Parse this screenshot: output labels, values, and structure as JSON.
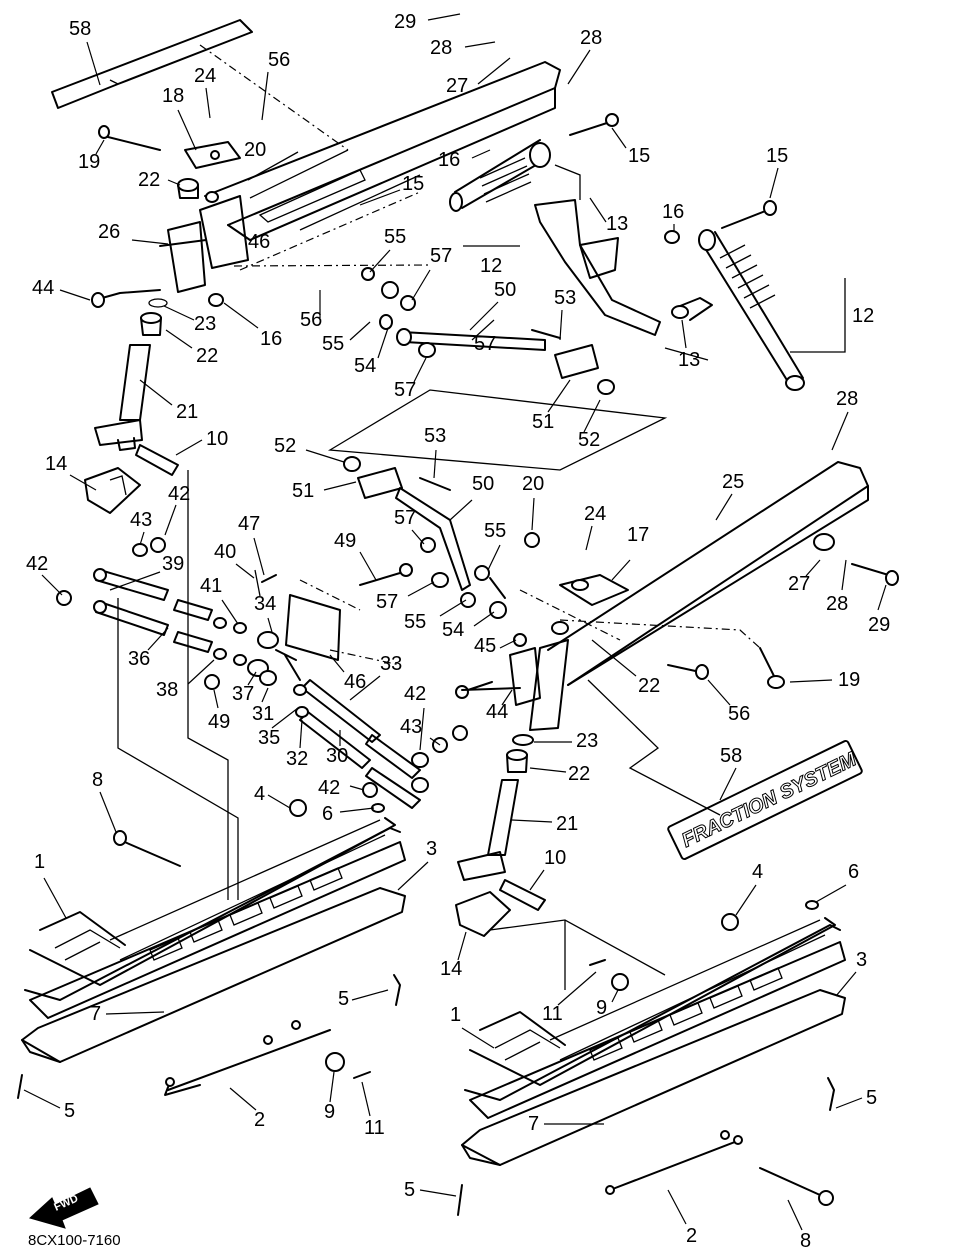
{
  "diagram_code": "8CX100-7160",
  "fwd_label": "FWD",
  "emblem_text": "FRACTION SYSTEM",
  "callouts": [
    "1",
    "2",
    "3",
    "4",
    "5",
    "6",
    "7",
    "8",
    "9",
    "10",
    "11",
    "12",
    "13",
    "14",
    "15",
    "16",
    "17",
    "18",
    "19",
    "20",
    "21",
    "22",
    "23",
    "24",
    "25",
    "26",
    "27",
    "28",
    "29",
    "30",
    "31",
    "32",
    "33",
    "34",
    "35",
    "36",
    "37",
    "38",
    "39",
    "40",
    "41",
    "42",
    "43",
    "44",
    "45",
    "46",
    "47",
    "49",
    "50",
    "51",
    "52",
    "53",
    "54",
    "55",
    "56",
    "57",
    "58"
  ]
}
